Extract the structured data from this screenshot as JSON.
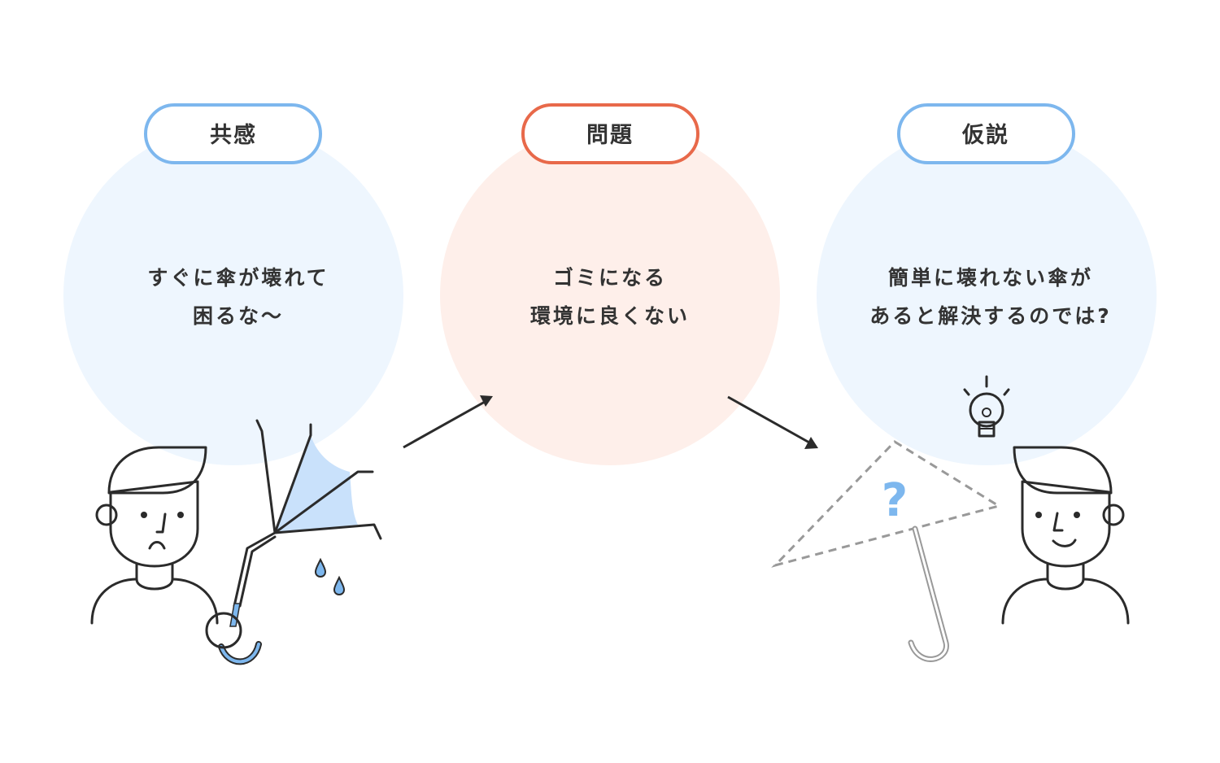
{
  "stages": [
    {
      "label": "共感",
      "lines": [
        "すぐに傘が壊れて",
        "困るな～"
      ]
    },
    {
      "label": "問題",
      "lines": [
        "ゴミになる",
        "環境に良くない"
      ]
    },
    {
      "label": "仮説",
      "lines": [
        "簡単に壊れない傘が",
        "あると解決するのでは?"
      ]
    }
  ],
  "question_mark": "?",
  "colors": {
    "blue_accent": "#7DB7EE",
    "blue_fill": "#EEF6FE",
    "red_accent": "#E8694A",
    "red_fill": "#FEEFEA",
    "ink": "#2b2b2b",
    "gray": "#999999"
  }
}
